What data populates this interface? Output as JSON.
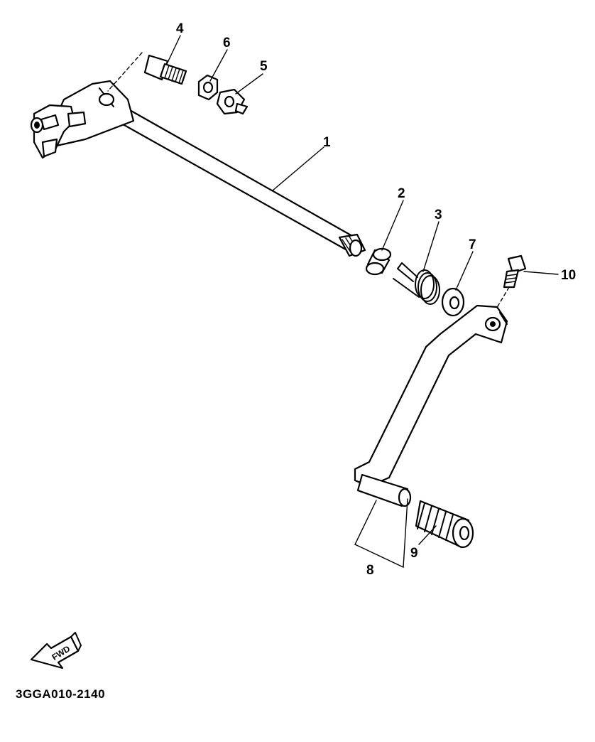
{
  "diagram": {
    "callouts": [
      {
        "id": "1",
        "label": "1"
      },
      {
        "id": "2",
        "label": "2"
      },
      {
        "id": "3",
        "label": "3"
      },
      {
        "id": "4",
        "label": "4"
      },
      {
        "id": "5",
        "label": "5"
      },
      {
        "id": "6",
        "label": "6"
      },
      {
        "id": "7",
        "label": "7"
      },
      {
        "id": "8",
        "label": "8"
      },
      {
        "id": "9",
        "label": "9"
      },
      {
        "id": "10",
        "label": "10"
      }
    ],
    "direction_badge": {
      "label": "FWD",
      "icon": "forward-arrow-icon"
    },
    "drawing_code": "3GGA010-2140"
  }
}
